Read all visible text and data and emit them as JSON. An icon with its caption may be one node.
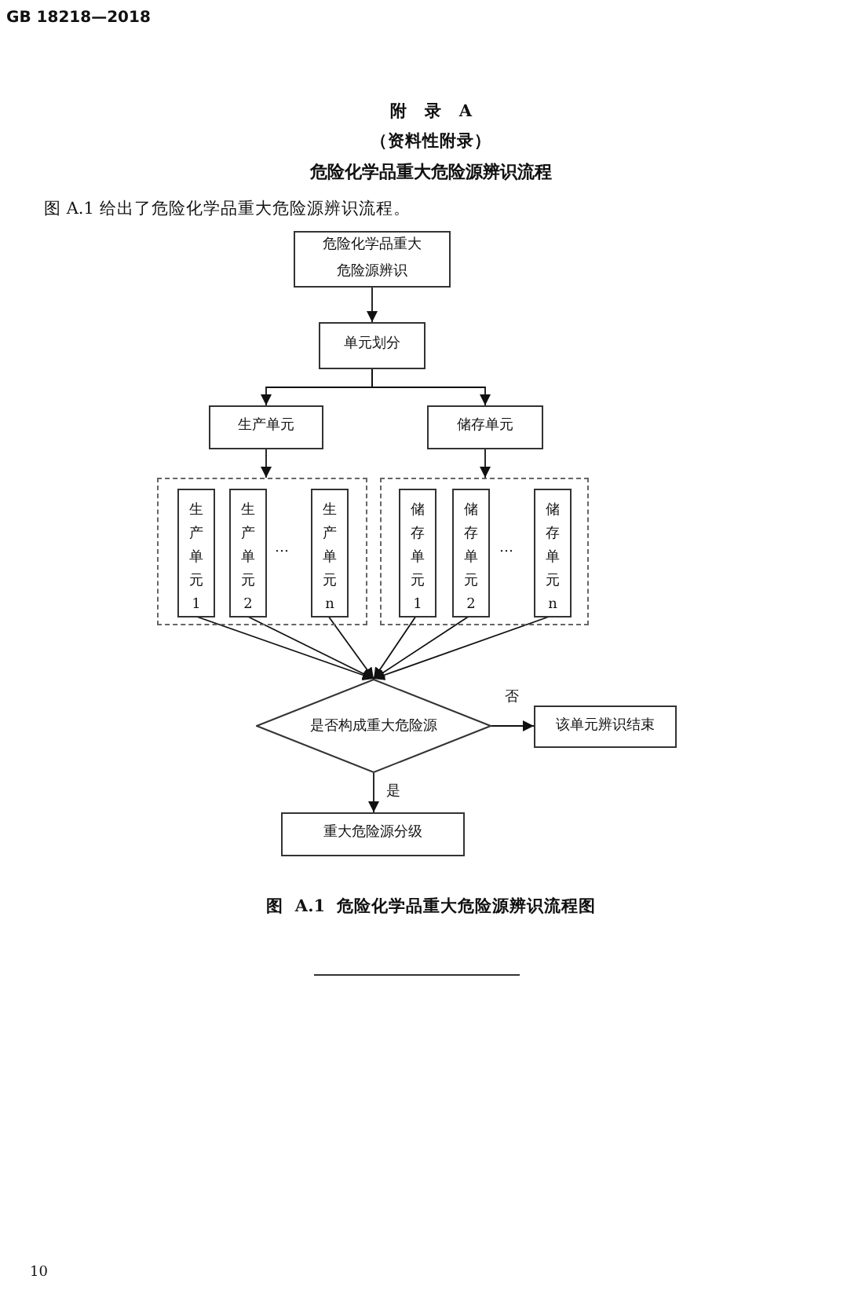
{
  "diagram": {
    "title": "危险化学品重大危险源辨识流程",
    "caption": "图 A.1 危险化学品重大危险源辨识流程图",
    "nodes": [
      {
        "text": [
          "危险化学品重大危险源辨识"
        ]
      },
      {
        "text": [
          "单元划分"
        ]
      },
      {
        "text": [
          "生产单元"
        ]
      },
      {
        "text": [
          "储存单元"
        ]
      },
      {
        "text": [],
        "shape": "box"
      },
      {
        "text": [
          "生产单元1"
        ],
        "in": 4
      },
      {
        "text": [
          "生产单元2"
        ],
        "in": 4
      },
      {
        "text": [
          "生产单元n"
        ],
        "in": 4
      },
      {
        "text": [],
        "shape": "box"
      },
      {
        "text": [
          "储存单元1"
        ],
        "in": 8
      },
      {
        "text": [
          "储存单元2"
        ],
        "in": 8
      },
      {
        "text": [
          "储存单元n"
        ],
        "in": 8
      },
      {
        "text": [
          "是否构成重大危险源"
        ]
      },
      {
        "text": [
          "该单元辨识结束"
        ]
      },
      {
        "text": [
          "重大危险源分级"
        ]
      }
    ],
    "edges": [
      {
        "from": 0,
        "to": 1,
        "arrow": "to"
      },
      {
        "from": 1,
        "to": 2,
        "arrow": "to"
      },
      {
        "from": 1,
        "to": 3,
        "arrow": "to"
      },
      {
        "from": 2,
        "to": 4,
        "arrow": "to"
      },
      {
        "from": 3,
        "to": 8,
        "arrow": "to"
      },
      {
        "from": 5,
        "to": 12,
        "arrow": "to"
      },
      {
        "from": 6,
        "to": 12,
        "arrow": "to"
      },
      {
        "from": 7,
        "to": 12,
        "arrow": "to"
      },
      {
        "from": 9,
        "to": 12,
        "arrow": "to"
      },
      {
        "from": 10,
        "to": 12,
        "arrow": "to"
      },
      {
        "from": 11,
        "to": 12,
        "arrow": "to"
      },
      {
        "from": 12,
        "to": 13,
        "label": "否",
        "arrow": "to"
      },
      {
        "from": 12,
        "to": 14,
        "label": "是",
        "arrow": "to"
      }
    ],
    "labels": [
      "GB 18218—2018",
      "附　录　A",
      "（资料性附录）",
      "图 A.1 给出了危险化学品重大危险源辨识流程。",
      "…",
      "…",
      "10"
    ]
  }
}
